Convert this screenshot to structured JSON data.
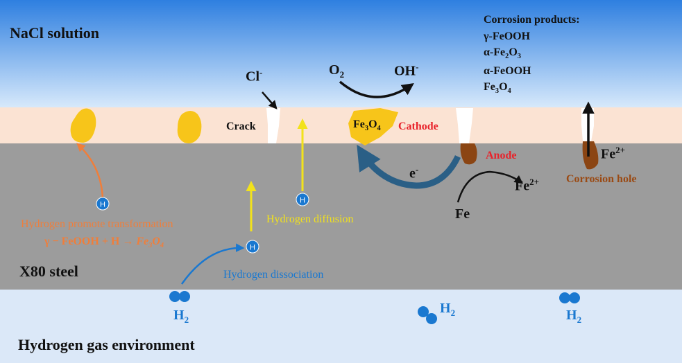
{
  "layers": {
    "solution": "NaCl solution",
    "steel": "X80 steel",
    "environment": "Hydrogen gas environment"
  },
  "corrosion_products": {
    "title": "Corrosion products:",
    "items": [
      {
        "pre": "γ-FeOOH",
        "sub": "",
        "post": ""
      },
      {
        "pre": "α-Fe",
        "sub": "2",
        "post": "O",
        "sub2": "3"
      },
      {
        "pre": "α-FeOOH",
        "sub": "",
        "post": ""
      },
      {
        "pre": "Fe",
        "sub": "3",
        "post": "O",
        "sub2": "4"
      }
    ]
  },
  "species": {
    "chloride": {
      "base": "Cl",
      "sup": "-"
    },
    "oxygen": {
      "base": "O",
      "sub": "2"
    },
    "hydroxide": {
      "base": "OH",
      "sup": "-"
    },
    "electron": {
      "base": "e",
      "sup": "-"
    },
    "iron": "Fe",
    "ferrous_1": {
      "base": "Fe",
      "sup": "2+"
    },
    "ferrous_2": {
      "base": "Fe",
      "sup": "2+"
    },
    "magnetite": {
      "base": "Fe",
      "sub": "3",
      "mid": "O",
      "sub2": "4"
    },
    "hydrogen_atom": "H",
    "hydrogen_gas": {
      "base": "H",
      "sub": "2"
    }
  },
  "labels": {
    "crack": "Crack",
    "cathode": "Cathode",
    "anode": "Anode",
    "corrosion_hole": "Corrosion hole",
    "hydrogen_promote": "Hydrogen promote transformation",
    "equation": {
      "lhs": "γ − FeOOH + H → ",
      "rhs_base": "Fe",
      "rhs_sub": "3",
      "rhs_mid": "O",
      "rhs_sub2": "4"
    },
    "hydrogen_diffusion": "Hydrogen diffusion",
    "hydrogen_dissociation": "Hydrogen dissociation"
  },
  "colors": {
    "solution_top": "#2e7fe0",
    "solution_bottom": "#d7e9fb",
    "film": "#fbe3d3",
    "steel": "#9c9c9c",
    "gas_env": "#dbe8f8",
    "product_yellow": "#f7c51a",
    "pit_brown": "#8b4513",
    "hydrogen_blue": "#1a78d0",
    "arrow_orange": "#f07e3a",
    "arrow_yellow": "#f2e21b",
    "arrow_dark_blue": "#2a5f86",
    "cathode_red": "#e8232b"
  }
}
